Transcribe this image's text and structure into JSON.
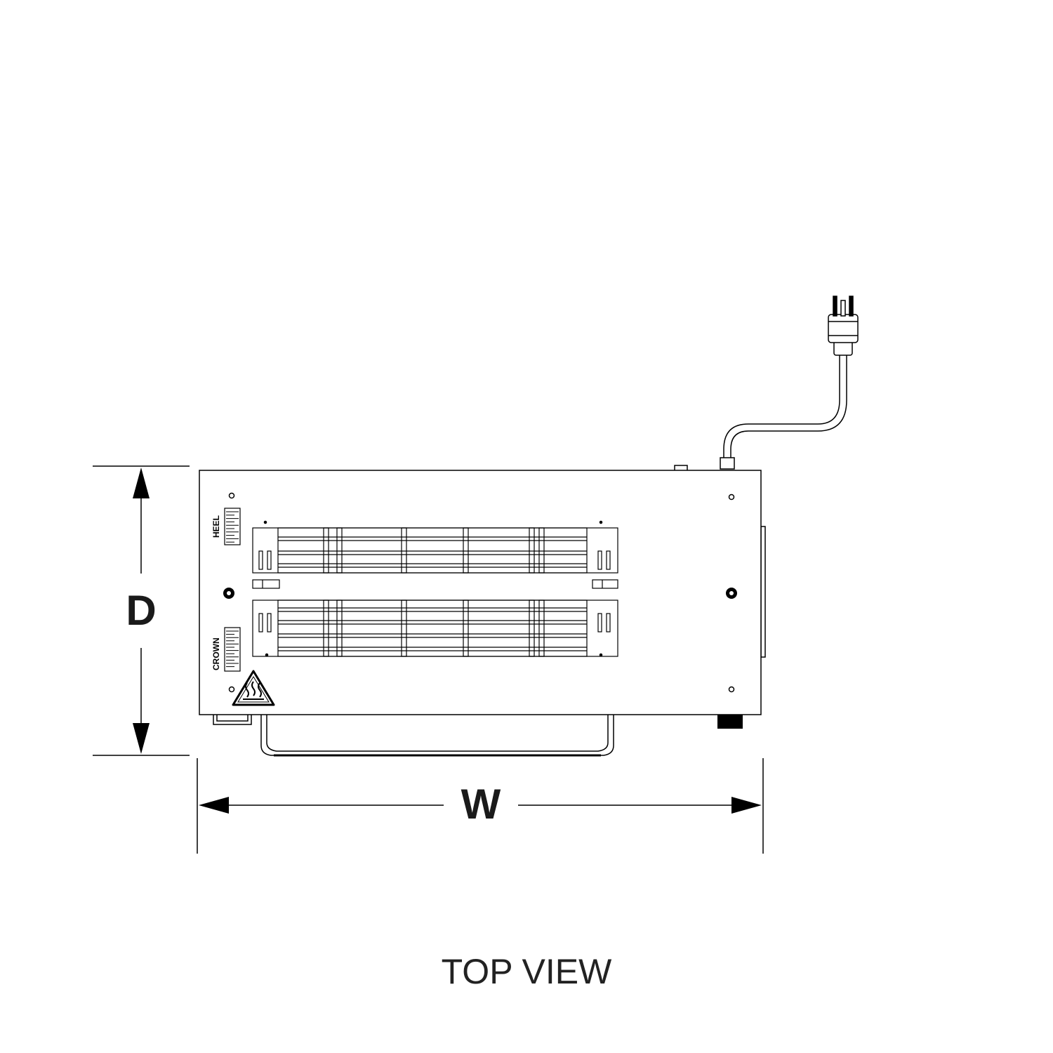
{
  "dimensions": {
    "depth_label": "D",
    "width_label": "W"
  },
  "panel": {
    "heel_label": "HEEL",
    "crown_label": "CROWN"
  },
  "view_title": "TOP VIEW",
  "icons": [
    "hot-surface-warning-icon",
    "power-plug-icon"
  ]
}
